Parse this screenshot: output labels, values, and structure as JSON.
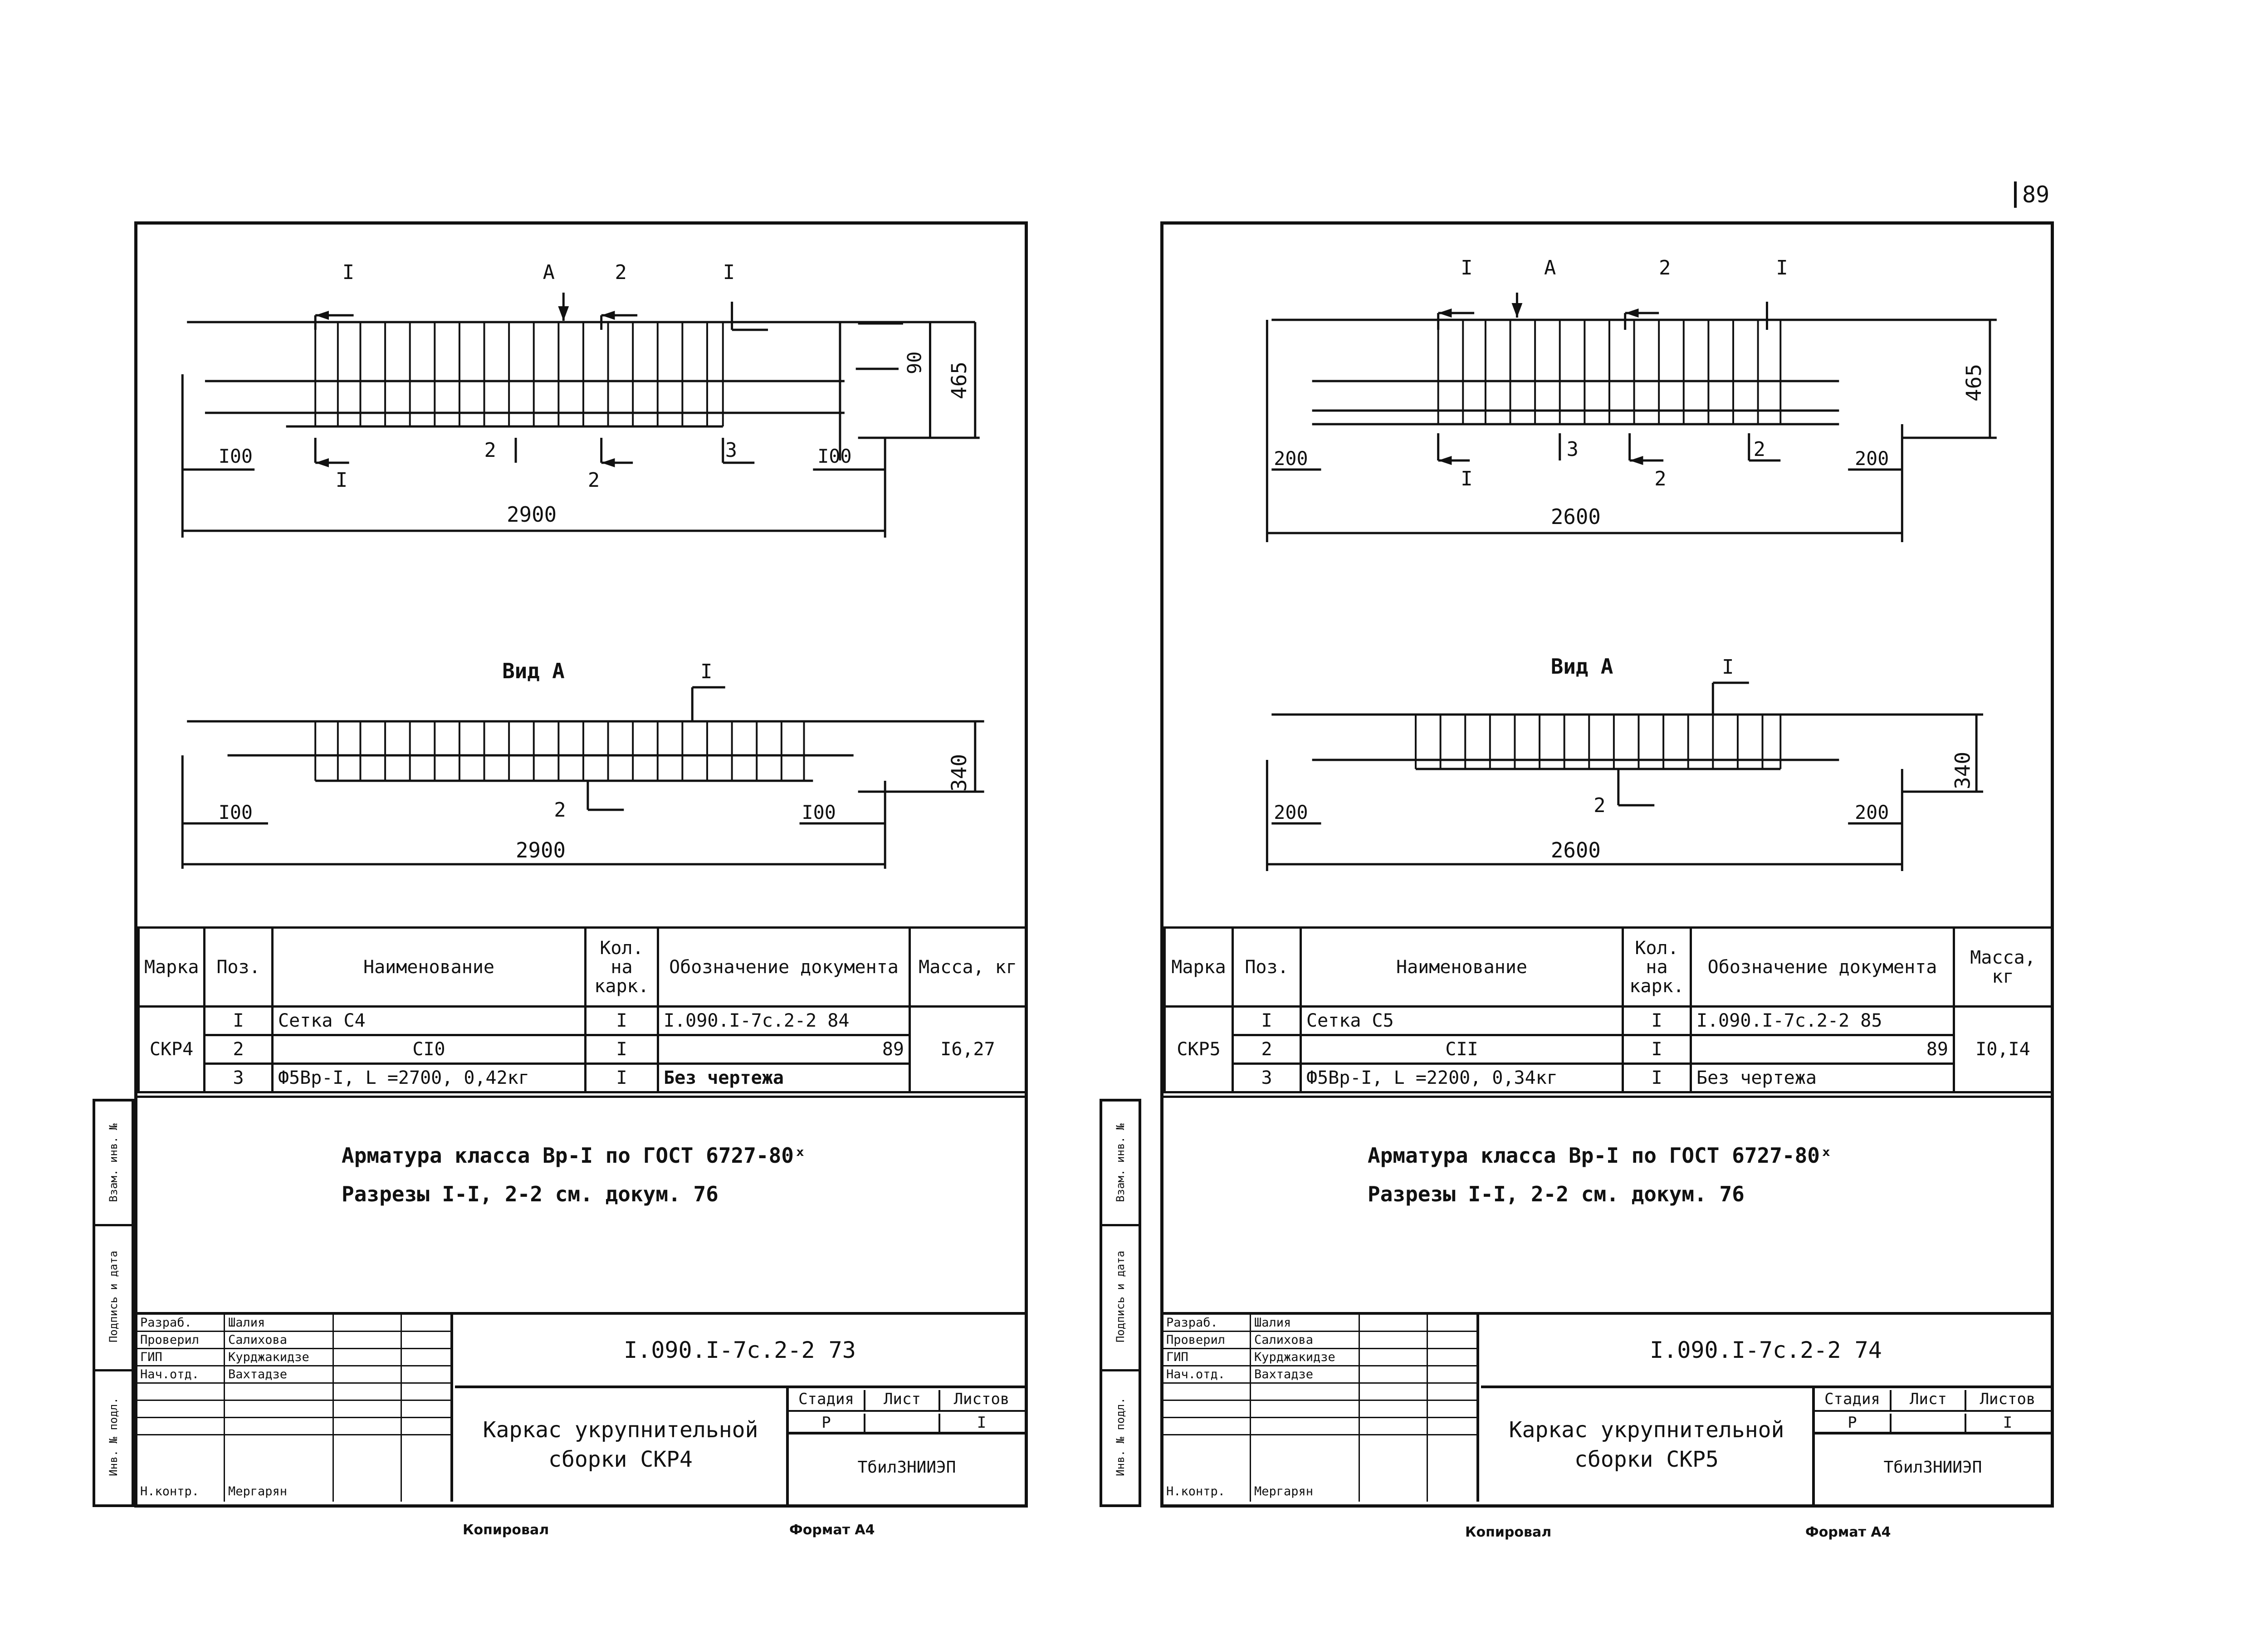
{
  "page_number": "89",
  "sheets": [
    {
      "id": "left",
      "drawing": {
        "section_marks": [
          "I",
          "A",
          "2",
          "I"
        ],
        "lower_marks": [
          "I",
          "2",
          "2",
          "3"
        ],
        "dim_total": "2900",
        "dim_left": "I00",
        "dim_right": "I00",
        "dim_height": "465",
        "dim_small": "90",
        "view_label": "Вид А",
        "view_mark": "I",
        "view_mark_2": "2",
        "view_dim_height": "340",
        "view_dim_left": "I00",
        "view_dim_right": "I00",
        "view_dim_total": "2900"
      },
      "spec": {
        "headers": [
          "Марка",
          "Поз.",
          "Наименование",
          "Кол. на карк.",
          "Обозначение документа",
          "Масса, кг"
        ],
        "mark": "СКР4",
        "mass": "I6,27",
        "rows": [
          {
            "pos": "I",
            "name": "Сетка С4",
            "qty": "I",
            "doc": "I.090.I-7с.2-2 84"
          },
          {
            "pos": "2",
            "name": "CI0",
            "qty": "I",
            "doc": "89"
          },
          {
            "pos": "3",
            "name": "Ф5Вр-I, L =2700, 0,42кг",
            "qty": "I",
            "doc": "Без чертежа"
          }
        ]
      },
      "notes": [
        "Арматура класса Вр-I по ГОСТ 6727-80ˣ",
        "Разрезы I-I, 2-2 см. докум. 76"
      ],
      "stamp": {
        "code": "I.090.I-7с.2-2 73",
        "roles": [
          "Разраб.",
          "Проверил",
          "ГИП",
          "Нач.отд.",
          "",
          "Н.контр."
        ],
        "names": [
          "Шалия",
          "Салихова",
          "Курджакидзе",
          "Вахтадзе",
          "",
          "Мергарян"
        ],
        "title": [
          "Каркас укрупнительной",
          "сборки СКР4"
        ],
        "stage_headers": [
          "Стадия",
          "Лист",
          "Листов"
        ],
        "stage": "Р",
        "sheets_total": "I",
        "org": "ТбилЗНИИЭП"
      },
      "strip": [
        "Инв. № подл.",
        "Подпись и дата",
        "Взам. инв. №"
      ],
      "footer": {
        "copied": "Копировал",
        "format": "Формат А4"
      }
    },
    {
      "id": "right",
      "drawing": {
        "section_marks": [
          "I",
          "A",
          "2",
          "I"
        ],
        "lower_marks": [
          "I",
          "3",
          "2",
          "2"
        ],
        "dim_total": "2600",
        "dim_left": "200",
        "dim_right": "200",
        "dim_height": "465",
        "dim_small": "",
        "view_label": "Вид А",
        "view_mark": "I",
        "view_mark_2": "2",
        "view_dim_height": "340",
        "view_dim_left": "200",
        "view_dim_right": "200",
        "view_dim_total": "2600"
      },
      "spec": {
        "headers": [
          "Марка",
          "Поз.",
          "Наименование",
          "Кол. на карк.",
          "Обозначение документа",
          "Масса, кг"
        ],
        "mark": "СКР5",
        "mass": "I0,I4",
        "rows": [
          {
            "pos": "I",
            "name": "Сетка С5",
            "qty": "I",
            "doc": "I.090.I-7с.2-2 85"
          },
          {
            "pos": "2",
            "name": "CII",
            "qty": "I",
            "doc": "89"
          },
          {
            "pos": "3",
            "name": "Ф5Вр-I, L =2200, 0,34кг",
            "qty": "I",
            "doc": "Без чертежа"
          }
        ]
      },
      "notes": [
        "Арматура класса Вр-I по ГОСТ 6727-80ˣ",
        "Разрезы I-I, 2-2 см. докум. 76"
      ],
      "stamp": {
        "code": "I.090.I-7с.2-2 74",
        "roles": [
          "Разраб.",
          "Проверил",
          "ГИП",
          "Нач.отд.",
          "",
          "Н.контр."
        ],
        "names": [
          "Шалия",
          "Салихова",
          "Курджакидзе",
          "Вахтадзе",
          "",
          "Мергарян"
        ],
        "title": [
          "Каркас укрупнительной",
          "сборки СКР5"
        ],
        "stage_headers": [
          "Стадия",
          "Лист",
          "Листов"
        ],
        "stage": "Р",
        "sheets_total": "I",
        "org": "ТбилЗНИИЭП"
      },
      "strip": [
        "Инв. № подл.",
        "Подпись и дата",
        "Взам. инв. №"
      ],
      "footer": {
        "copied": "Копировал",
        "format": "Формат А4"
      }
    }
  ]
}
